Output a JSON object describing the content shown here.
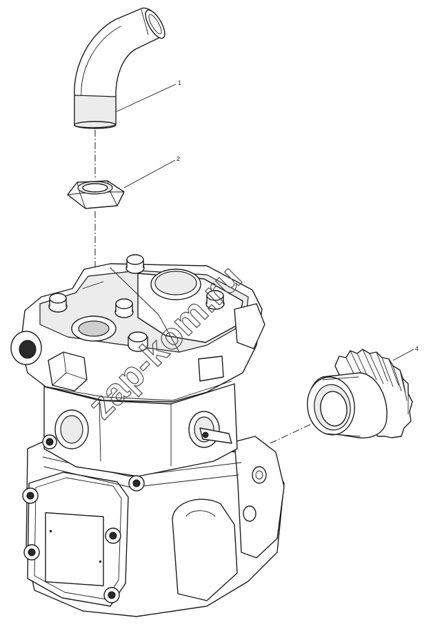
{
  "callouts": [
    {
      "number": "1",
      "part": "elbow-pipe"
    },
    {
      "number": "2",
      "part": "hex-nut"
    },
    {
      "number": "4",
      "part": "drive-gear"
    }
  ],
  "watermark": "zap-kom.ru",
  "colors": {
    "line": "#1a1a1a",
    "background": "#ffffff",
    "watermark": "#4a4a4a"
  }
}
